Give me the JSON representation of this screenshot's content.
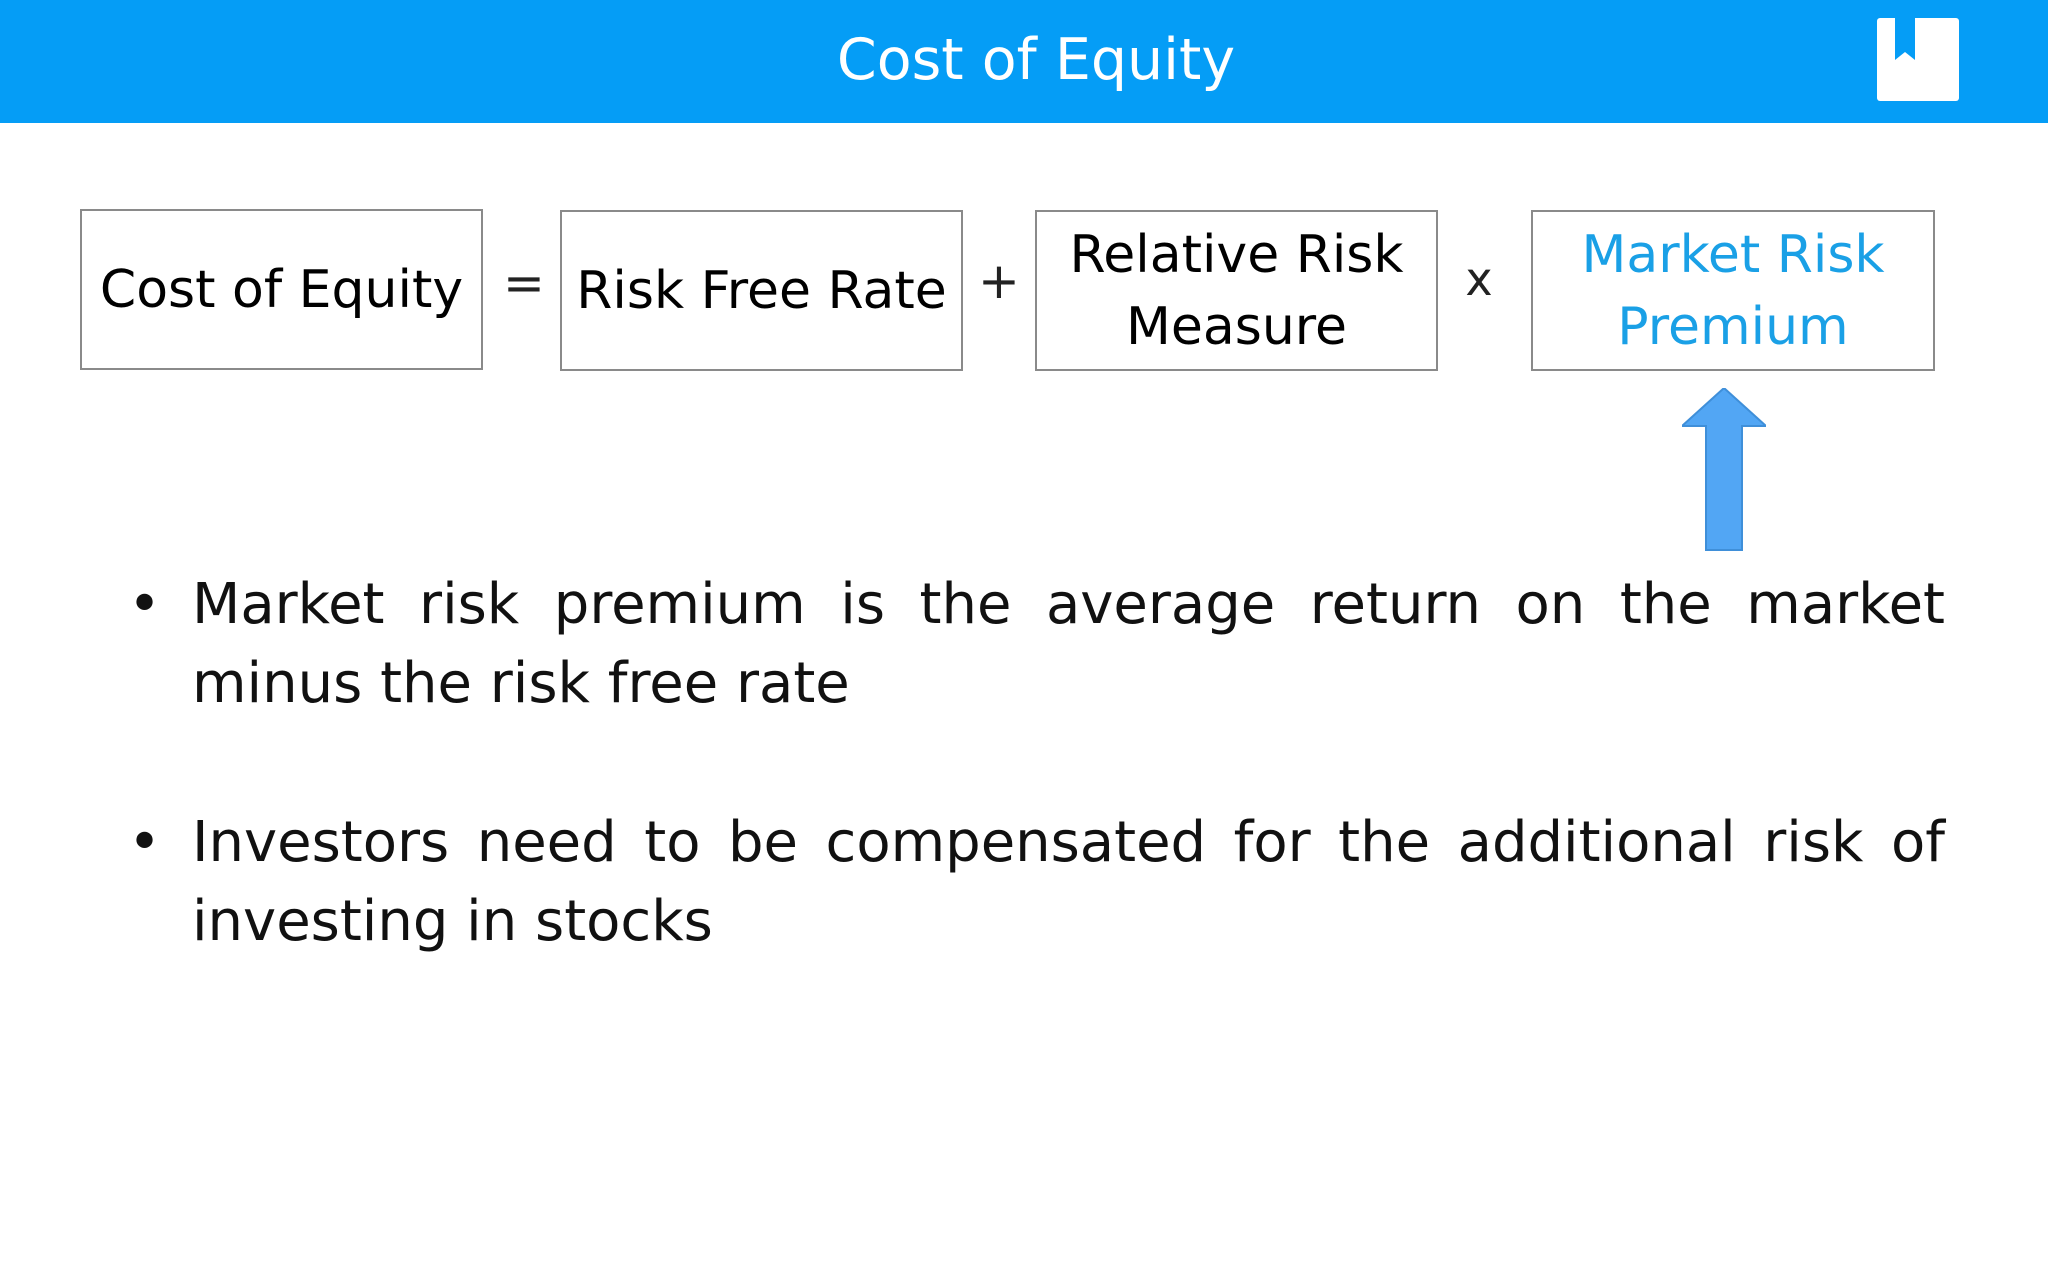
{
  "header": {
    "title": "Cost of Equity",
    "logo_icon": "bookmark-book-icon",
    "background_color": "#059df6"
  },
  "formula": {
    "result_label": "Cost of Equity",
    "equals_sign": "=",
    "risk_free_label": "Risk Free Rate",
    "plus_sign": "+",
    "relative_risk_line1": "Relative Risk",
    "relative_risk_line2": "Measure",
    "times_sign": "x",
    "market_risk_line1": "Market Risk",
    "market_risk_line2": "Premium",
    "highlight_color": "#1aa0e6"
  },
  "pointer": {
    "icon": "up-arrow-icon",
    "color": "#52a6f4"
  },
  "bullets": [
    {
      "text": "Market risk premium is the average return on the market minus the risk free rate"
    },
    {
      "text": "Investors need to be compensated for the additional risk of investing in stocks"
    }
  ],
  "bullet_symbol": "•"
}
